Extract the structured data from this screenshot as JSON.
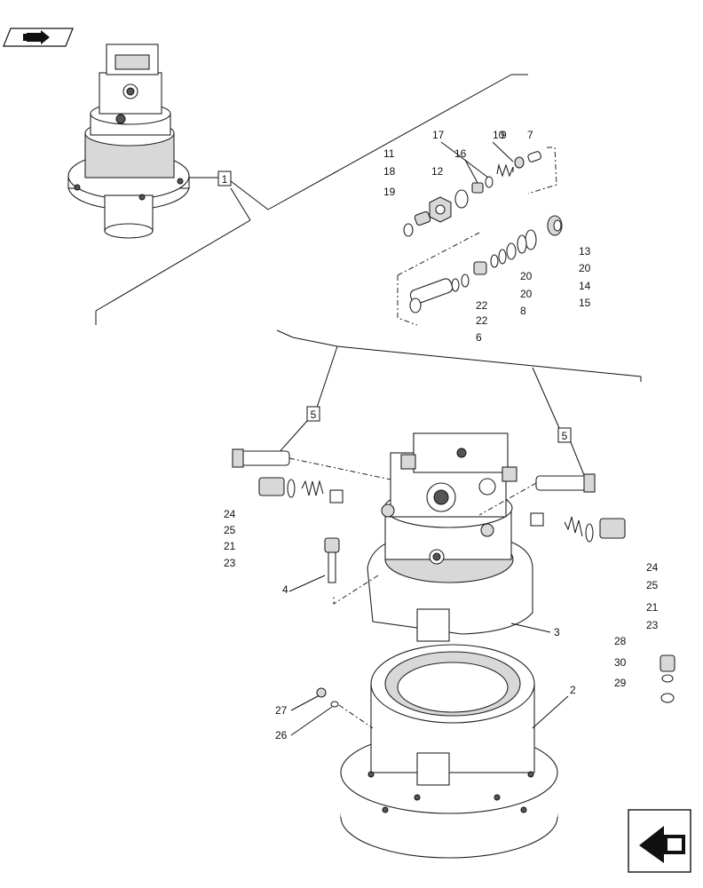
{
  "callouts": {
    "assembly_ref": "1",
    "relief_valve_ref": "5"
  },
  "part_numbers": [
    "2",
    "3",
    "4",
    "6",
    "7",
    "8",
    "9",
    "10",
    "11",
    "12",
    "13",
    "14",
    "15",
    "16",
    "17",
    "18",
    "19",
    "20",
    "21",
    "22",
    "23",
    "24",
    "25",
    "26",
    "27",
    "28",
    "29",
    "30"
  ],
  "icons": {
    "top_left": "book-arrow-icon",
    "bottom_right": "next-page-arrow-icon"
  }
}
